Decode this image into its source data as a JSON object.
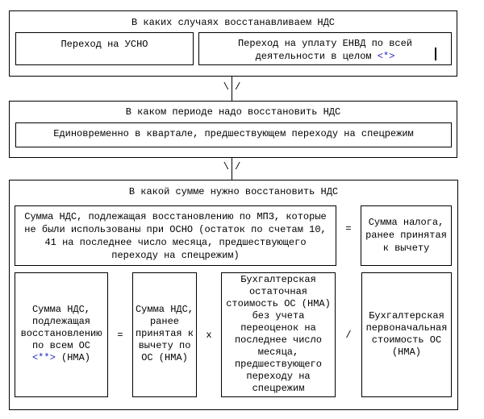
{
  "palette": {
    "text": "#000000",
    "border": "#000000",
    "background": "#ffffff",
    "link_blue": "#2222cc"
  },
  "connectors": {
    "glyphs": "\\ /"
  },
  "cases": {
    "title": "В каких случаях восстанавливаем НДС",
    "option1": "Переход на УСНО",
    "option2_line1": "Переход на уплату ЕНВД по всей",
    "option2_line2": "деятельности в целом ",
    "option2_note": "<*>"
  },
  "period": {
    "title": "В каком периоде надо восстановить НДС",
    "value": "Единовременно в квартале, предшествующем переходу на спецрежим"
  },
  "amount": {
    "title": "В какой сумме нужно восстановить НДС",
    "row1": {
      "left_lines": [
        "Сумма НДС, подлежащая восстановлению по МПЗ, которые",
        "не были использованы при ОСНО (остаток по счетам 10,",
        "41 на последнее число месяца, предшествующего",
        "переходу на спецрежим)"
      ],
      "equals": "=",
      "right_lines": [
        "Сумма налога,",
        "ранее принятая",
        "к вычету"
      ]
    },
    "row2": {
      "restore_lines": [
        "Сумма НДС,",
        "подлежащая",
        "восстановлению",
        "по всем ОС"
      ],
      "restore_note": "<**>",
      "restore_note_suffix": " (НМА)",
      "equals": "=",
      "deducted_lines": [
        "Сумма НДС,",
        "ранее",
        "принятая к",
        "вычету по",
        "ОС (НМА)"
      ],
      "multiply": "x",
      "residual_lines": [
        "Бухгалтерская",
        "остаточная",
        "стоимость ОС (НМА)",
        "без учета",
        "переоценок на",
        "последнее число",
        "месяца,",
        "предшествующего",
        "переходу на",
        "спецрежим"
      ],
      "divide": "/",
      "initial_lines": [
        "Бухгалтерская",
        "первоначальная",
        "стоимость ОС",
        "(НМА)"
      ]
    }
  }
}
